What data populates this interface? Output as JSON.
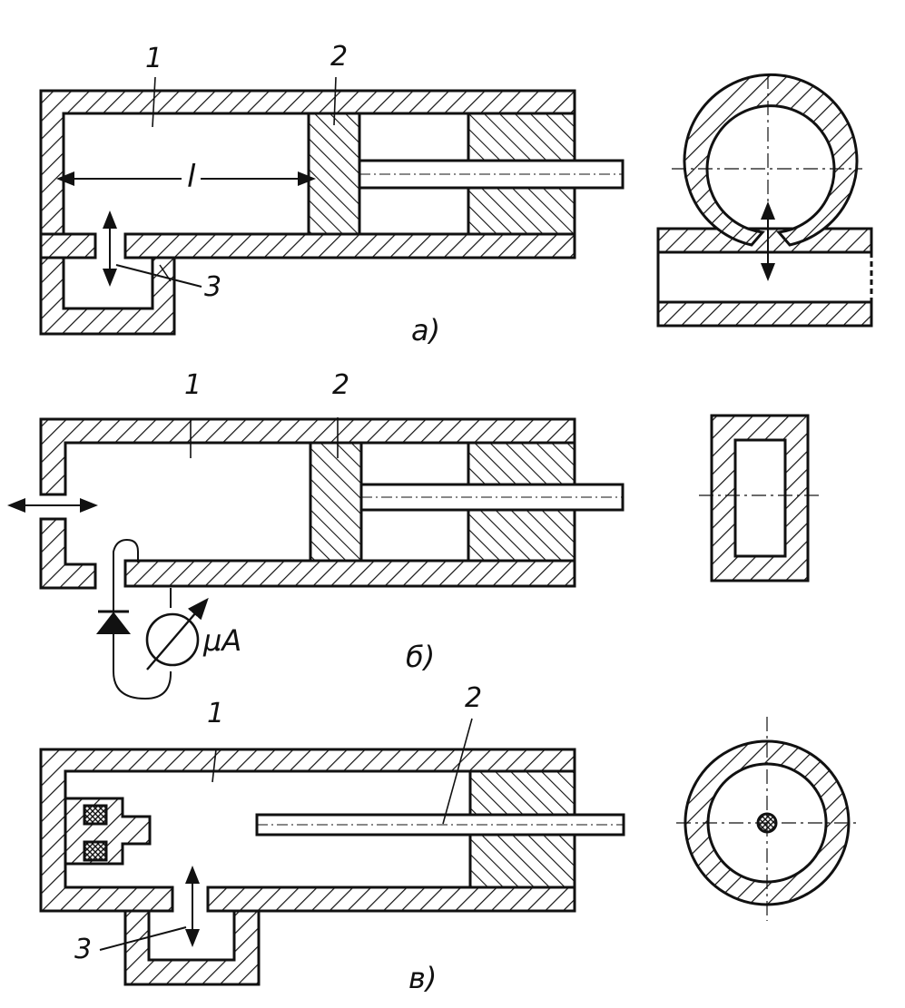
{
  "colors": {
    "ink": "#111111",
    "paper": "#ffffff"
  },
  "figure_a": {
    "label_cavity": "1",
    "label_piston": "2",
    "label_port": "3",
    "label_length": "l",
    "caption": "а)"
  },
  "figure_b": {
    "label_cavity": "1",
    "label_piston": "2",
    "label_meter": "μA",
    "caption": "б)"
  },
  "figure_v": {
    "label_cavity": "1",
    "label_probe": "2",
    "label_port": "3",
    "caption": "в)"
  },
  "icons": [
    "diode-icon",
    "microammeter-icon",
    "double-arrow-icon"
  ]
}
